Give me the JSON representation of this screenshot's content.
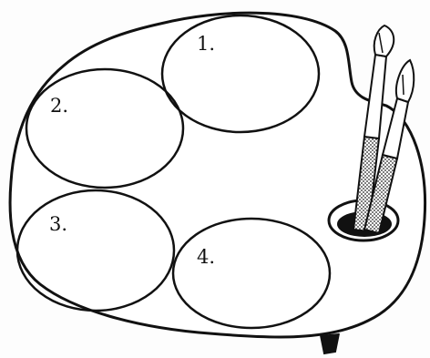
{
  "palette": {
    "wells": [
      {
        "label": "1."
      },
      {
        "label": "2."
      },
      {
        "label": "3."
      },
      {
        "label": "4."
      }
    ],
    "brushes": {
      "count": 2
    },
    "colors": {
      "ink": "#111111",
      "paper": "#fdfdfd"
    }
  }
}
